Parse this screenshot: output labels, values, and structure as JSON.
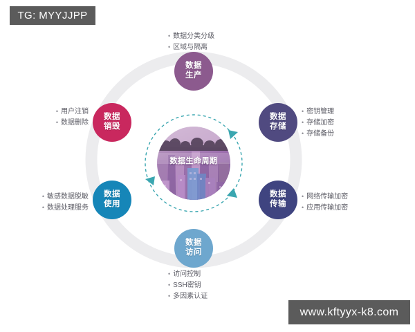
{
  "watermarks": {
    "top": "TG: MYYJJPP",
    "bottom": "www.kftyyx-k8.com"
  },
  "diagram": {
    "center": {
      "label": "数据生命周期",
      "image_alt": "city-skyline-photo"
    },
    "nodes": [
      {
        "key": "produce",
        "line1": "数据",
        "line2": "生产",
        "color": "#8c5a8e",
        "bullets": [
          "数据分类分级",
          "区域与隔离"
        ]
      },
      {
        "key": "store",
        "line1": "数据",
        "line2": "存储",
        "color": "#504a80",
        "bullets": [
          "密钥管理",
          "存储加密",
          "存储备份"
        ]
      },
      {
        "key": "transmit",
        "line1": "数据",
        "line2": "传输",
        "color": "#3f4480",
        "bullets": [
          "网络传输加密",
          "应用传输加密"
        ]
      },
      {
        "key": "access",
        "line1": "数据",
        "line2": "访问",
        "color": "#6ea7ce",
        "bullets": [
          "访问控制",
          "SSH密钥",
          "多因素认证"
        ]
      },
      {
        "key": "use",
        "line1": "数据",
        "line2": "使用",
        "color": "#1686b8",
        "bullets": [
          "敏感数据脱敏",
          "数据处理服务"
        ]
      },
      {
        "key": "destroy",
        "line1": "数据",
        "line2": "销毁",
        "color": "#c9285e",
        "bullets": [
          "用户注销",
          "数据删除"
        ]
      }
    ],
    "ring": {
      "outer_color": "#ececed",
      "dashed_circle_color": "#3aa6b0",
      "arrow_color": "#3aa6b0"
    }
  }
}
